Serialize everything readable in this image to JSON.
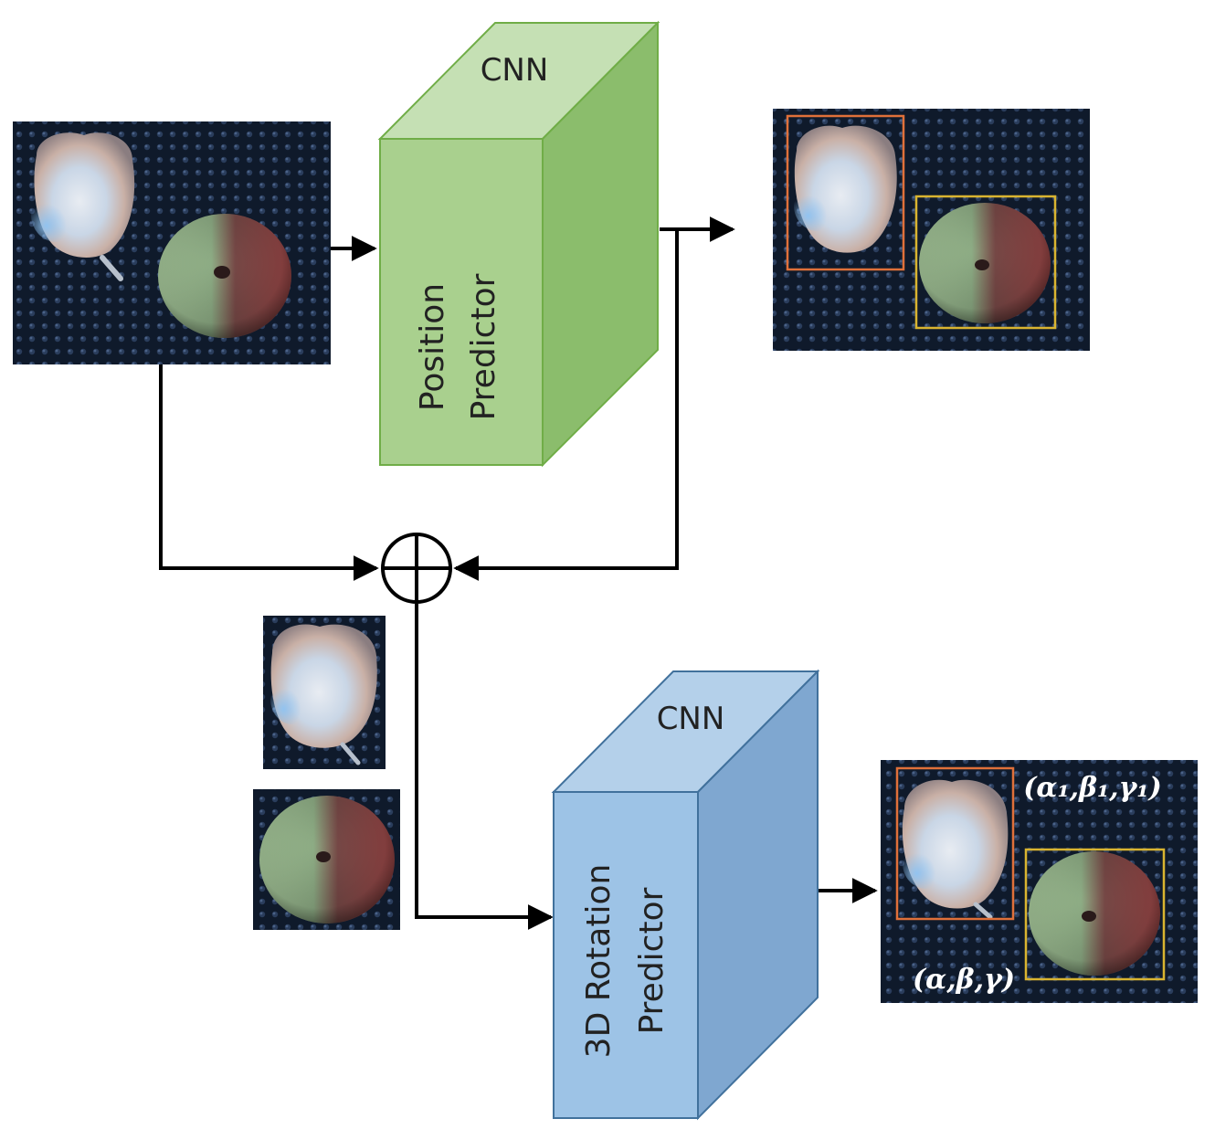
{
  "blocks": {
    "position": {
      "top_label": "CNN",
      "name_line1": "Position",
      "name_line2": "Predictor",
      "front_color": "#a9d08e",
      "top_color": "#c5e0b4",
      "side_color": "#8bbd6c",
      "edge_color": "#70ad47"
    },
    "rotation": {
      "top_label": "CNN",
      "name_line1": "3D Rotation",
      "name_line2": "Predictor",
      "front_color": "#9dc3e6",
      "top_color": "#b4d0ea",
      "side_color": "#7fa7d0",
      "edge_color": "#41719c"
    }
  },
  "result": {
    "rotation_label_1": "(α₁,β₁,γ₁)",
    "rotation_label_2": "(α,β,γ)"
  },
  "colors": {
    "box_orange": "#e0703a",
    "box_yellow": "#d9b430",
    "photo_background": "#0f1a2b"
  },
  "combine_operator": "concatenation (circled plus)"
}
